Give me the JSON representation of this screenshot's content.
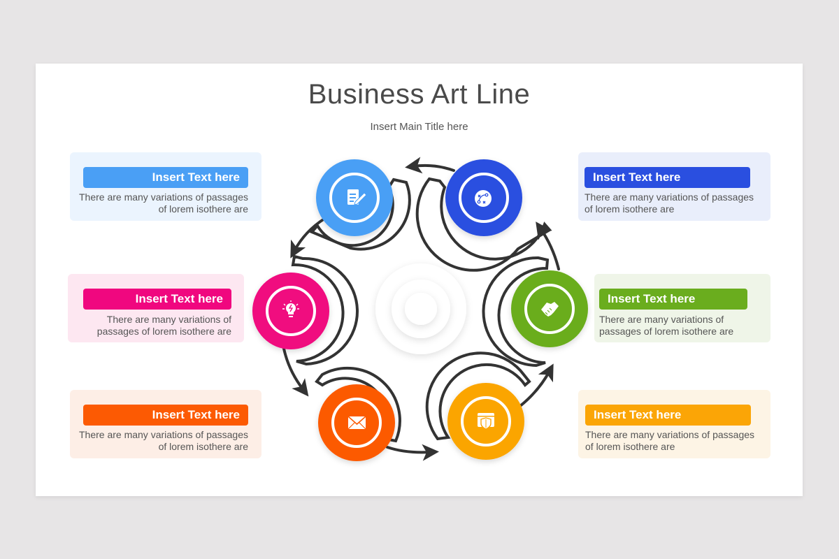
{
  "slide": {
    "title": "Business Art Line",
    "subtitle": "Insert Main Title here"
  },
  "colors": {
    "background": "#e7e5e6",
    "slide": "#ffffff",
    "arc_stroke": "#333333",
    "blue": "#4a9ff5",
    "navy": "#2a4fe0",
    "pink": "#f0077f",
    "green": "#6aad1e",
    "orange": "#fc5a03",
    "yellow": "#fba506"
  },
  "cards": [
    {
      "id": "blue",
      "side": "left",
      "heading": "Insert Text here",
      "line1": "There are many variations of passages",
      "line2": "of lorem isothere are",
      "color": "#4a9ff5",
      "tint": "#ebf4fe"
    },
    {
      "id": "pink",
      "side": "left",
      "heading": "Insert Text here",
      "line1": "There are many variations of",
      "line2": "passages of lorem isothere are",
      "color": "#f0077f",
      "tint": "#fde7f1"
    },
    {
      "id": "orange",
      "side": "left",
      "heading": "Insert Text here",
      "line1": "There are many variations of passages",
      "line2": "of lorem isothere are",
      "color": "#fc5a03",
      "tint": "#fdeee6"
    },
    {
      "id": "navy",
      "side": "right",
      "heading": "Insert Text here",
      "line1": "There are many variations of passages",
      "line2": "of lorem isothere are",
      "color": "#2a4fe0",
      "tint": "#e9eefb"
    },
    {
      "id": "green",
      "side": "right",
      "heading": "Insert Text here",
      "line1": "There are many variations of",
      "line2": "passages of lorem isothere are",
      "color": "#6aad1e",
      "tint": "#eff5e8"
    },
    {
      "id": "yellow",
      "side": "right",
      "heading": "Insert Text here",
      "line1": "There are many variations of passages",
      "line2": "of lorem isothere are",
      "color": "#fba506",
      "tint": "#fdf4e5"
    }
  ],
  "nodes": [
    {
      "id": "blue",
      "icon": "document-edit-icon"
    },
    {
      "id": "navy",
      "icon": "strategy-plan-icon"
    },
    {
      "id": "green",
      "icon": "handshake-icon"
    },
    {
      "id": "yellow",
      "icon": "web-security-icon"
    },
    {
      "id": "orange",
      "icon": "mail-envelope-icon"
    },
    {
      "id": "pink",
      "icon": "lightbulb-idea-icon"
    }
  ],
  "center": {
    "icon": "target-rings"
  }
}
